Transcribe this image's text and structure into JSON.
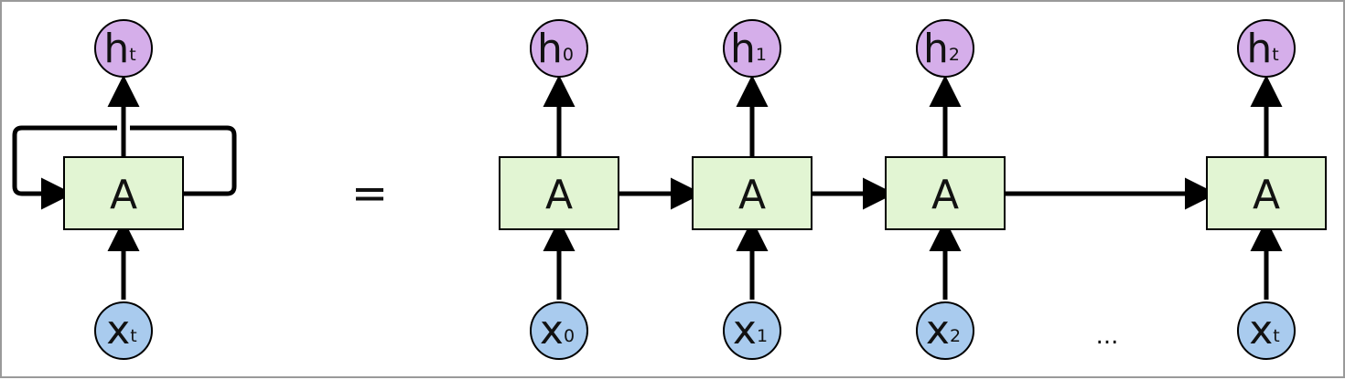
{
  "diagram": {
    "colors": {
      "cell_fill": "#e2f5d3",
      "output_fill": "#d5aeea",
      "input_fill": "#a9cbee",
      "stroke": "#000000",
      "frame": "#9a9a9a"
    },
    "folded": {
      "cell_label": "A",
      "output": {
        "main": "h",
        "sub": "t"
      },
      "input": {
        "main": "x",
        "sub": "t"
      }
    },
    "equals_label": "=",
    "ellipsis_label": "...",
    "unrolled": [
      {
        "cell_label": "A",
        "output": {
          "main": "h",
          "sub": "0"
        },
        "input": {
          "main": "x",
          "sub": "0"
        }
      },
      {
        "cell_label": "A",
        "output": {
          "main": "h",
          "sub": "1"
        },
        "input": {
          "main": "x",
          "sub": "1"
        }
      },
      {
        "cell_label": "A",
        "output": {
          "main": "h",
          "sub": "2"
        },
        "input": {
          "main": "x",
          "sub": "2"
        }
      },
      {
        "cell_label": "A",
        "output": {
          "main": "h",
          "sub": "t"
        },
        "input": {
          "main": "x",
          "sub": "t"
        }
      }
    ]
  }
}
